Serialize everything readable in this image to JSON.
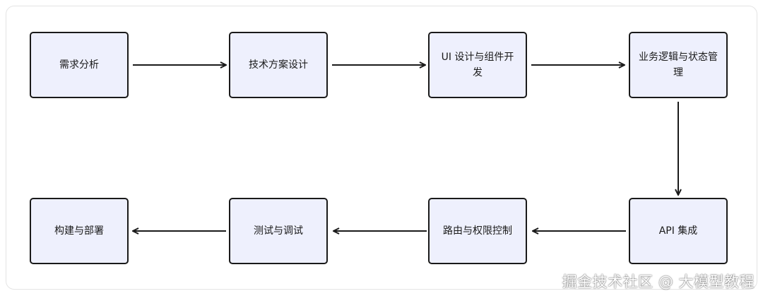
{
  "diagram": {
    "nodes": [
      {
        "id": "n1",
        "label": "需求分析"
      },
      {
        "id": "n2",
        "label": "技术方案设计"
      },
      {
        "id": "n3",
        "label": "UI 设计与组件开发"
      },
      {
        "id": "n4",
        "label": "业务逻辑与状态管理"
      },
      {
        "id": "n5",
        "label": "API 集成"
      },
      {
        "id": "n6",
        "label": "路由与权限控制"
      },
      {
        "id": "n7",
        "label": "测试与调试"
      },
      {
        "id": "n8",
        "label": "构建与部署"
      }
    ],
    "edges": [
      {
        "from": "n1",
        "to": "n2"
      },
      {
        "from": "n2",
        "to": "n3"
      },
      {
        "from": "n3",
        "to": "n4"
      },
      {
        "from": "n4",
        "to": "n5"
      },
      {
        "from": "n5",
        "to": "n6"
      },
      {
        "from": "n6",
        "to": "n7"
      },
      {
        "from": "n7",
        "to": "n8"
      }
    ],
    "colors": {
      "node_fill": "#eef0fd",
      "node_border": "#1a1a1a",
      "edge": "#1a1a1a"
    }
  },
  "watermark": "掘金技术社区 @ 大模型教程"
}
